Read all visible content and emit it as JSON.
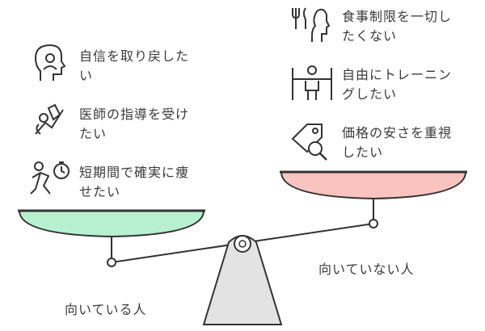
{
  "left_side": {
    "caption": "向いている人",
    "items": [
      {
        "label": "自信を取り戻したい",
        "icon": "head-person-icon"
      },
      {
        "label": "医師の指導を受けたい",
        "icon": "doctor-stethoscope-icon"
      },
      {
        "label": "短期間で確実に痩せたい",
        "icon": "running-stopwatch-icon"
      }
    ]
  },
  "right_side": {
    "caption": "向いていない人",
    "items": [
      {
        "label": "食事制限を一切したくない",
        "icon": "fork-knife-head-icon"
      },
      {
        "label": "自由にトレーニングしたい",
        "icon": "weightlifting-person-icon"
      },
      {
        "label": "価格の安さを重視したい",
        "icon": "price-tag-search-icon"
      }
    ]
  },
  "colors": {
    "left_pan": "#b7f0cf",
    "right_pan": "#f9c3c0",
    "fulcrum": "#e3e3e3",
    "line": "#333333"
  }
}
